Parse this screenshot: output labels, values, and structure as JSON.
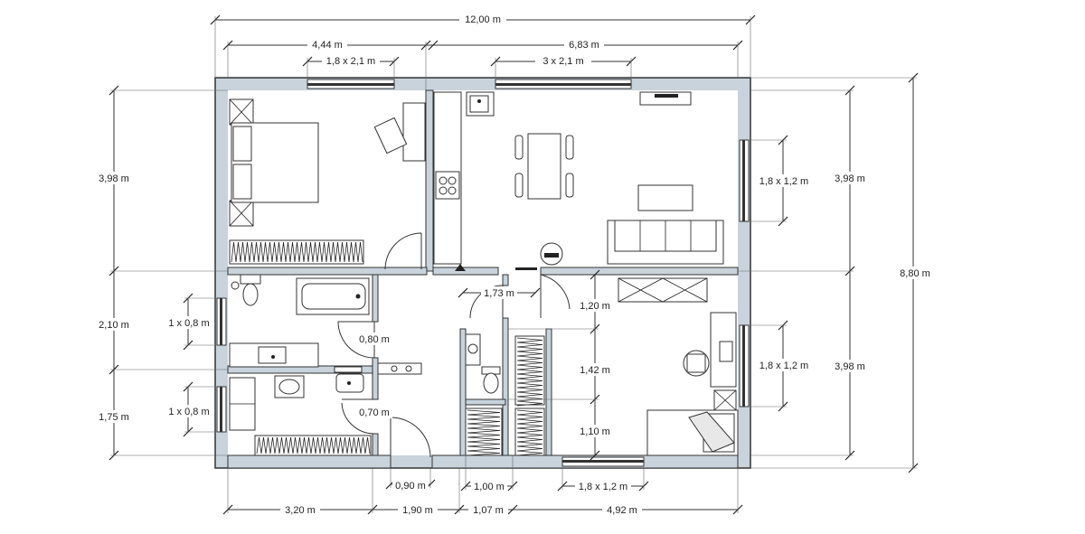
{
  "dimensions": {
    "total_width": "12,00 m",
    "total_depth": "8,80 m",
    "top_left_width": "4,44 m",
    "top_right_width": "6,83 m",
    "top_left_window": "1,8 x 2,1 m",
    "top_right_window": "3 x 2,1 m",
    "left_top_room_depth": "3,98 m",
    "left_bath_depth": "2,10 m",
    "left_laundry_depth": "1,75 m",
    "right_top_room_depth": "3,98 m",
    "right_bottom_room_depth": "3,98 m",
    "living_right_window": "1,8 x 1,2 m",
    "bedroom_right_window": "1,8 x 1,2 m",
    "bath_window": "1 x 0,8 m",
    "laundry_window": "1 x 0,8 m",
    "hall_width": "1,73 m",
    "bath_door": "0,80 m",
    "laundry_door": "0,70 m",
    "entrance_door": "0,90 m",
    "wc_door": "1,00 m",
    "bedroom2_seg1": "1,20 m",
    "bedroom2_seg2": "1,42 m",
    "bedroom2_seg3": "1,10 m",
    "bottom_window": "1,8 x 1,2 m",
    "bottom_seg1": "3,20 m",
    "bottom_seg2": "1,90 m",
    "bottom_seg3": "1,07 m",
    "bottom_seg4": "4,92 m"
  },
  "colors": {
    "wall": "#c8d3dc",
    "line": "#333333",
    "background": "#ffffff"
  }
}
